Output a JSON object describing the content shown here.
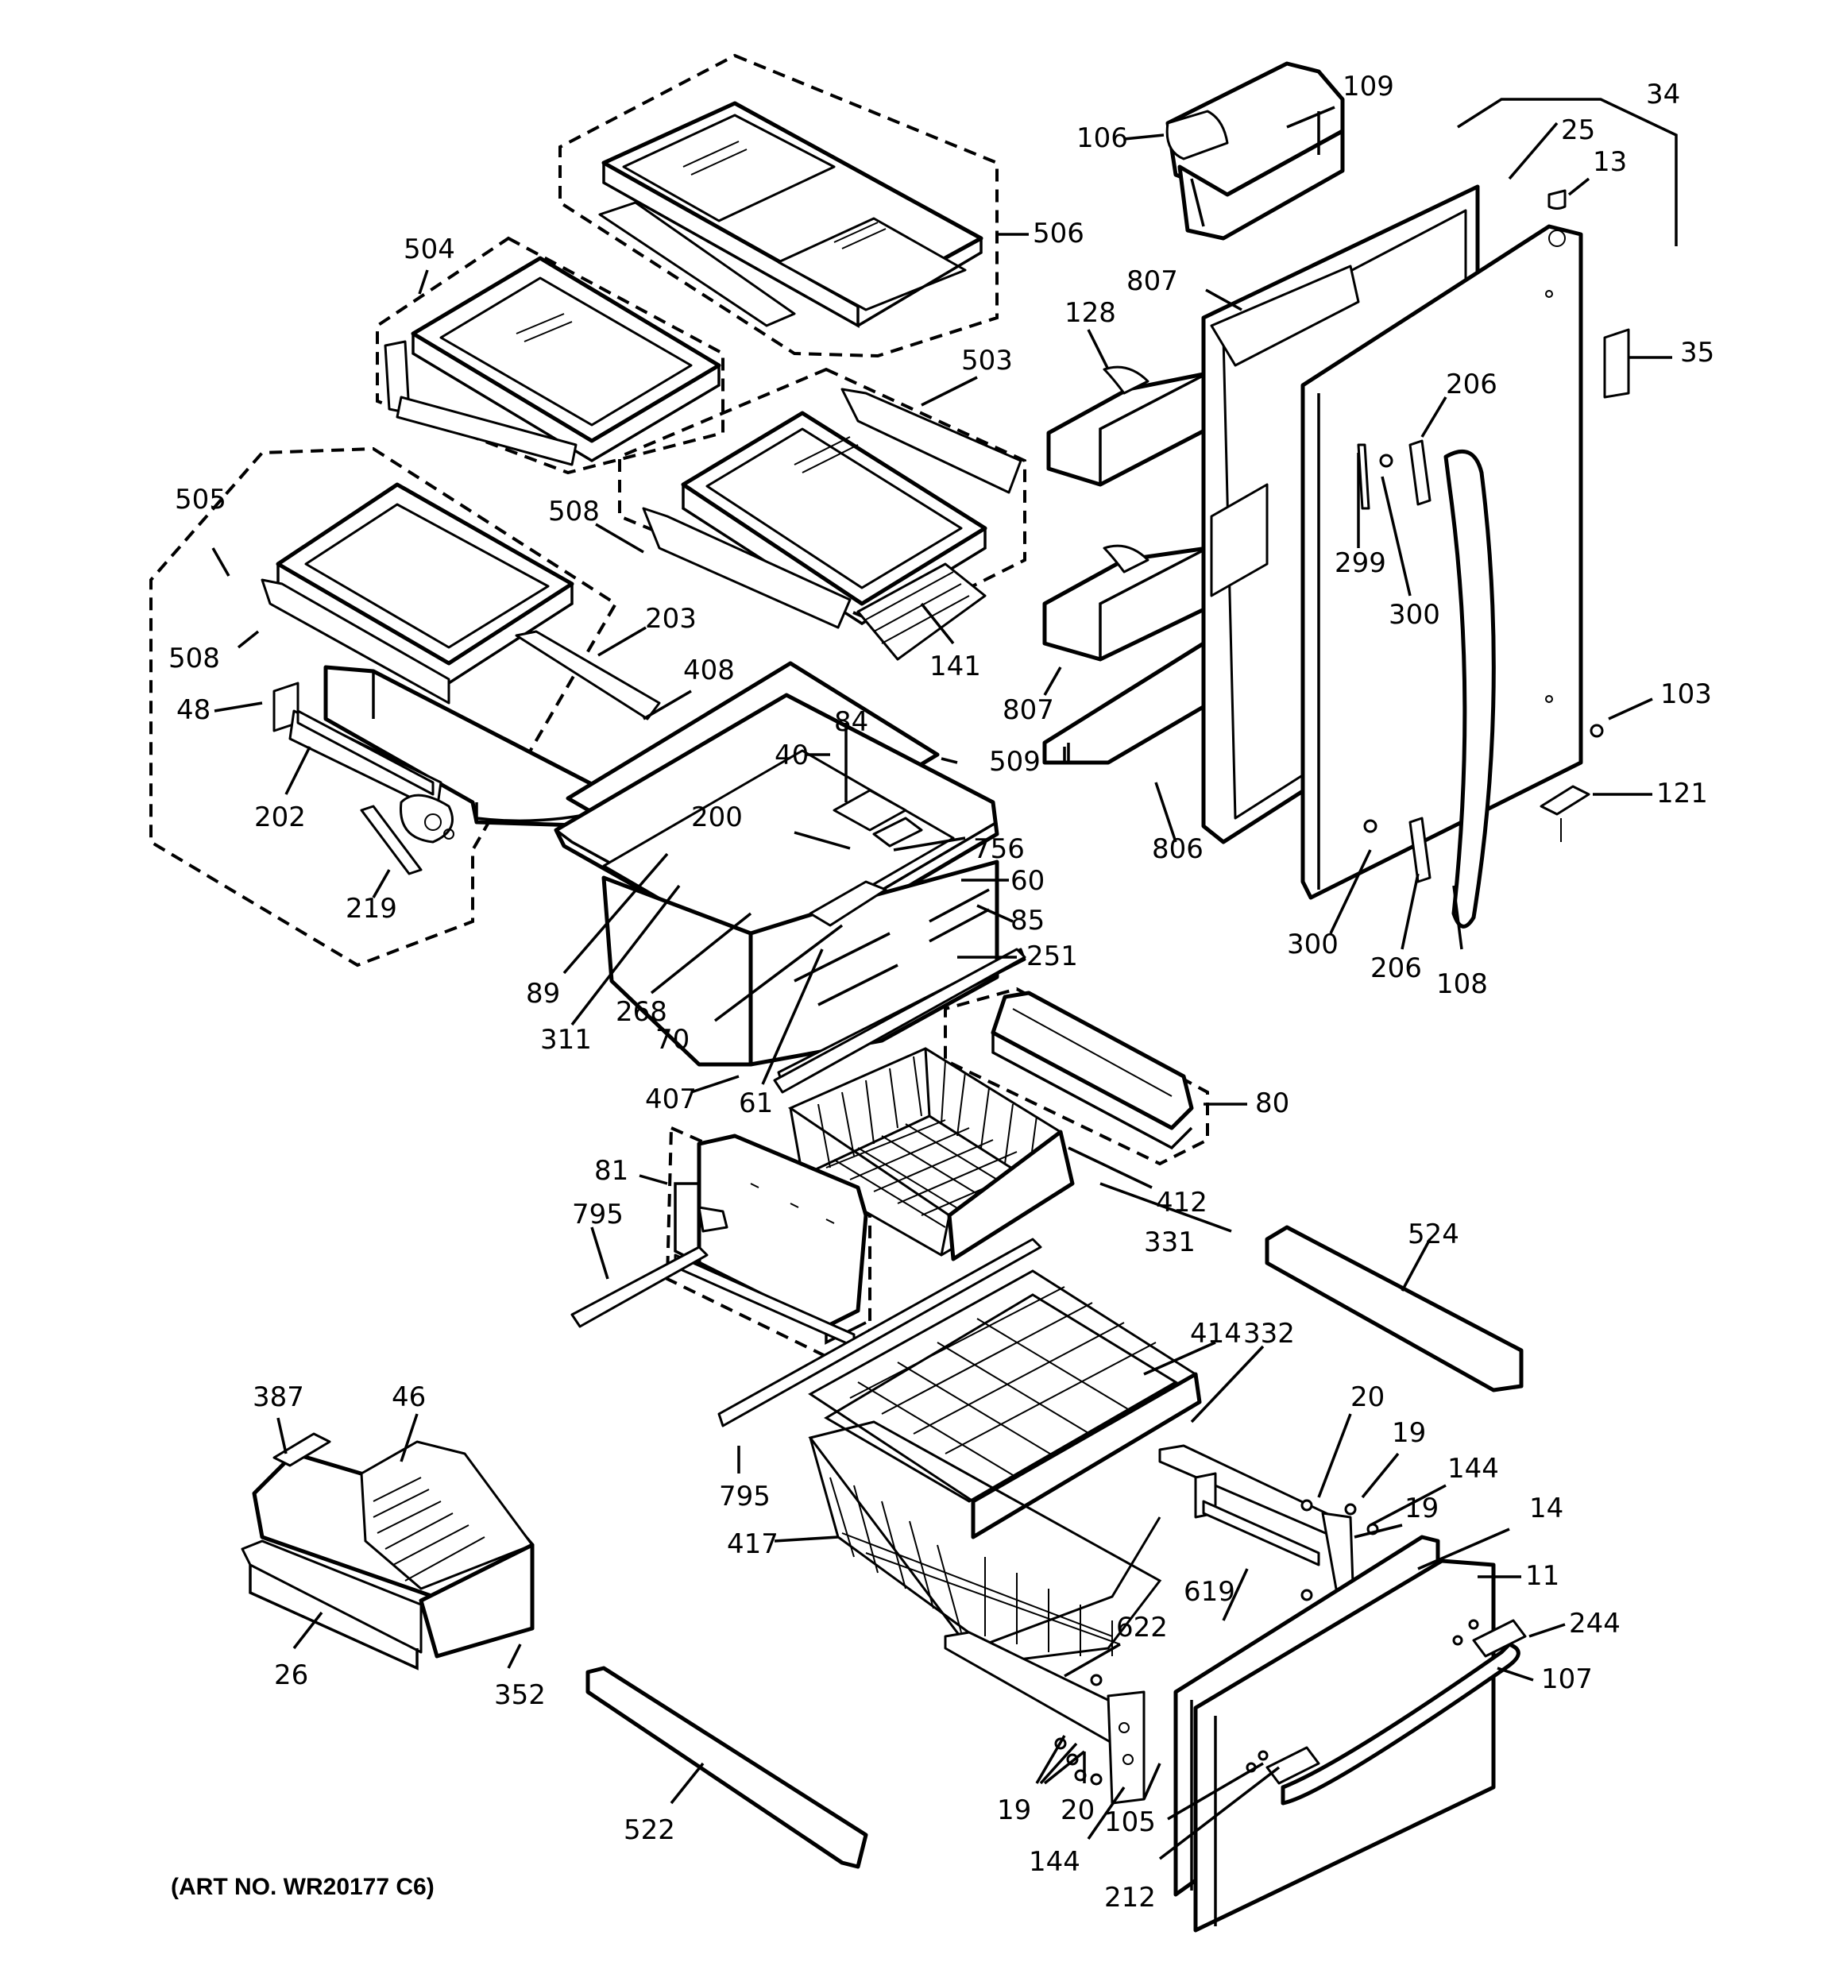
{
  "diagram": {
    "art_number": "(ART NO. WR20177 C6)",
    "callouts": [
      {
        "id": "c-109",
        "text": "109"
      },
      {
        "id": "c-106",
        "text": "106"
      },
      {
        "id": "c-34",
        "text": "34"
      },
      {
        "id": "c-25",
        "text": "25"
      },
      {
        "id": "c-13",
        "text": "13"
      },
      {
        "id": "c-506",
        "text": "506"
      },
      {
        "id": "c-504",
        "text": "504"
      },
      {
        "id": "c-807a",
        "text": "807"
      },
      {
        "id": "c-128",
        "text": "128"
      },
      {
        "id": "c-35",
        "text": "35"
      },
      {
        "id": "c-503",
        "text": "503"
      },
      {
        "id": "c-206a",
        "text": "206"
      },
      {
        "id": "c-505",
        "text": "505"
      },
      {
        "id": "c-508a",
        "text": "508"
      },
      {
        "id": "c-299",
        "text": "299"
      },
      {
        "id": "c-300a",
        "text": "300"
      },
      {
        "id": "c-508b",
        "text": "508"
      },
      {
        "id": "c-203",
        "text": "203"
      },
      {
        "id": "c-141",
        "text": "141"
      },
      {
        "id": "c-408",
        "text": "408"
      },
      {
        "id": "c-48",
        "text": "48"
      },
      {
        "id": "c-807b",
        "text": "807"
      },
      {
        "id": "c-103",
        "text": "103"
      },
      {
        "id": "c-84",
        "text": "84"
      },
      {
        "id": "c-40",
        "text": "40"
      },
      {
        "id": "c-509",
        "text": "509"
      },
      {
        "id": "c-121",
        "text": "121"
      },
      {
        "id": "c-202",
        "text": "202"
      },
      {
        "id": "c-200",
        "text": "200"
      },
      {
        "id": "c-756",
        "text": "756"
      },
      {
        "id": "c-806",
        "text": "806"
      },
      {
        "id": "c-60",
        "text": "60"
      },
      {
        "id": "c-219",
        "text": "219"
      },
      {
        "id": "c-85",
        "text": "85"
      },
      {
        "id": "c-300b",
        "text": "300"
      },
      {
        "id": "c-251",
        "text": "251"
      },
      {
        "id": "c-206b",
        "text": "206"
      },
      {
        "id": "c-108",
        "text": "108"
      },
      {
        "id": "c-89",
        "text": "89"
      },
      {
        "id": "c-268",
        "text": "268"
      },
      {
        "id": "c-311",
        "text": "311"
      },
      {
        "id": "c-70",
        "text": "70"
      },
      {
        "id": "c-407",
        "text": "407"
      },
      {
        "id": "c-61",
        "text": "61"
      },
      {
        "id": "c-80",
        "text": "80"
      },
      {
        "id": "c-81",
        "text": "81"
      },
      {
        "id": "c-412",
        "text": "412"
      },
      {
        "id": "c-795a",
        "text": "795"
      },
      {
        "id": "c-331",
        "text": "331"
      },
      {
        "id": "c-524",
        "text": "524"
      },
      {
        "id": "c-414",
        "text": "414"
      },
      {
        "id": "c-332",
        "text": "332"
      },
      {
        "id": "c-387",
        "text": "387"
      },
      {
        "id": "c-46",
        "text": "46"
      },
      {
        "id": "c-20a",
        "text": "20"
      },
      {
        "id": "c-19a",
        "text": "19"
      },
      {
        "id": "c-144a",
        "text": "144"
      },
      {
        "id": "c-795b",
        "text": "795"
      },
      {
        "id": "c-19b",
        "text": "19"
      },
      {
        "id": "c-14",
        "text": "14"
      },
      {
        "id": "c-417",
        "text": "417"
      },
      {
        "id": "c-11",
        "text": "11"
      },
      {
        "id": "c-619",
        "text": "619"
      },
      {
        "id": "c-244",
        "text": "244"
      },
      {
        "id": "c-622",
        "text": "622"
      },
      {
        "id": "c-107",
        "text": "107"
      },
      {
        "id": "c-26",
        "text": "26"
      },
      {
        "id": "c-352",
        "text": "352"
      },
      {
        "id": "c-19c",
        "text": "19"
      },
      {
        "id": "c-20b",
        "text": "20"
      },
      {
        "id": "c-105",
        "text": "105"
      },
      {
        "id": "c-522",
        "text": "522"
      },
      {
        "id": "c-144b",
        "text": "144"
      },
      {
        "id": "c-212",
        "text": "212"
      }
    ]
  }
}
